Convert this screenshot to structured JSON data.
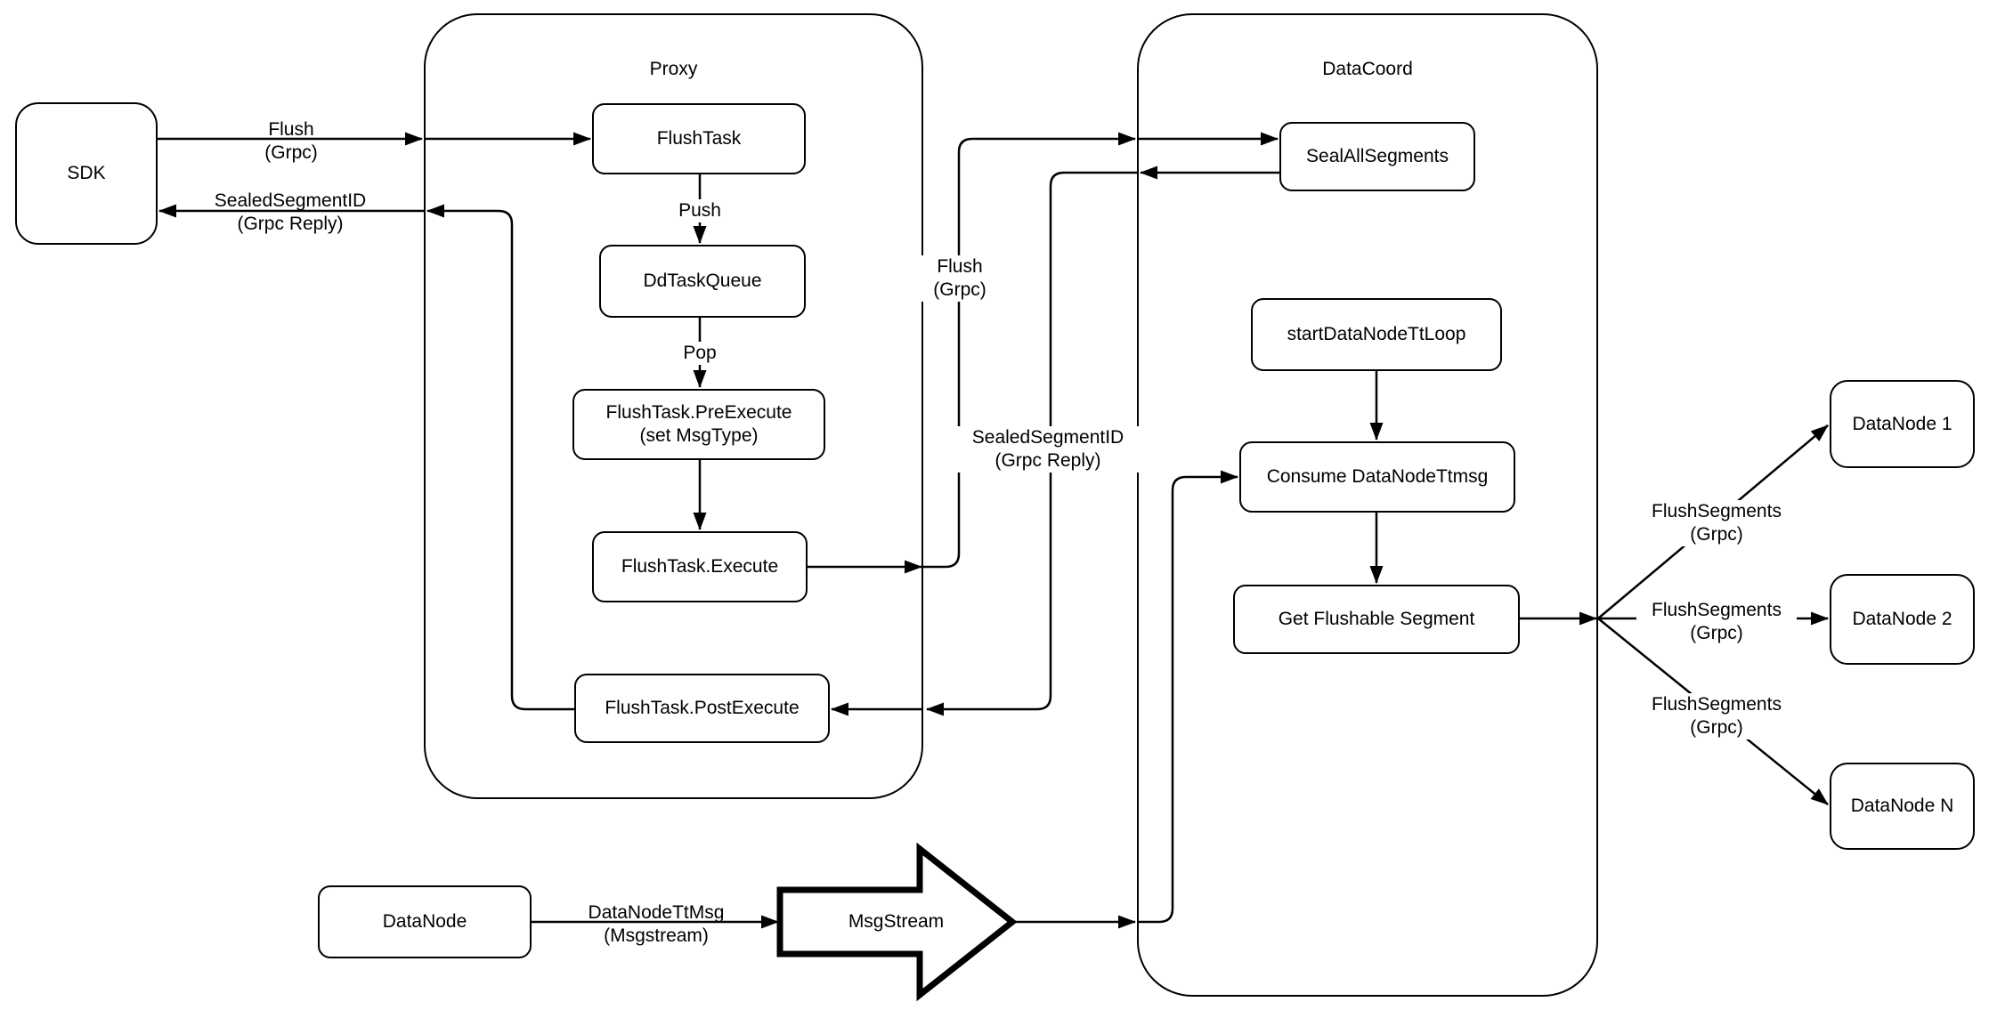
{
  "canvas": {
    "background": "#ffffff",
    "stroke": "#000000"
  },
  "containers": {
    "proxy": {
      "label": "Proxy"
    },
    "datacoord": {
      "label": "DataCoord"
    }
  },
  "nodes": {
    "sdk": "SDK",
    "flush_task": "FlushTask",
    "dd_task_queue": "DdTaskQueue",
    "pre_execute": {
      "l1": "FlushTask.PreExecute",
      "l2": "(set MsgType)"
    },
    "execute": "FlushTask.Execute",
    "post_execute": "FlushTask.PostExecute",
    "seal_all_segments": "SealAllSegments",
    "start_datanode_tt_loop": "startDataNodeTtLoop",
    "consume_datanode_ttmsg": "Consume DataNodeTtmsg",
    "get_flushable_segment": "Get Flushable Segment",
    "datanode1": "DataNode 1",
    "datanode2": "DataNode 2",
    "datanoden": "DataNode N",
    "datanode": "DataNode",
    "msgstream": "MsgStream"
  },
  "edges": {
    "sdk_flush": {
      "l1": "Flush",
      "l2": "(Grpc)"
    },
    "sdk_reply": {
      "l1": "SealedSegmentID",
      "l2": "(Grpc Reply)"
    },
    "push": "Push",
    "pop": "Pop",
    "proxy_flush": {
      "l1": "Flush",
      "l2": "(Grpc)"
    },
    "proxy_reply": {
      "l1": "SealedSegmentID",
      "l2": "(Grpc Reply)"
    },
    "flush_segments": [
      {
        "l1": "FlushSegments",
        "l2": "(Grpc)"
      },
      {
        "l1": "FlushSegments",
        "l2": "(Grpc)"
      },
      {
        "l1": "FlushSegments",
        "l2": "(Grpc)"
      }
    ],
    "datanode_ttmsg": {
      "l1": "DataNodeTtMsg",
      "l2": "(Msgstream)"
    }
  }
}
